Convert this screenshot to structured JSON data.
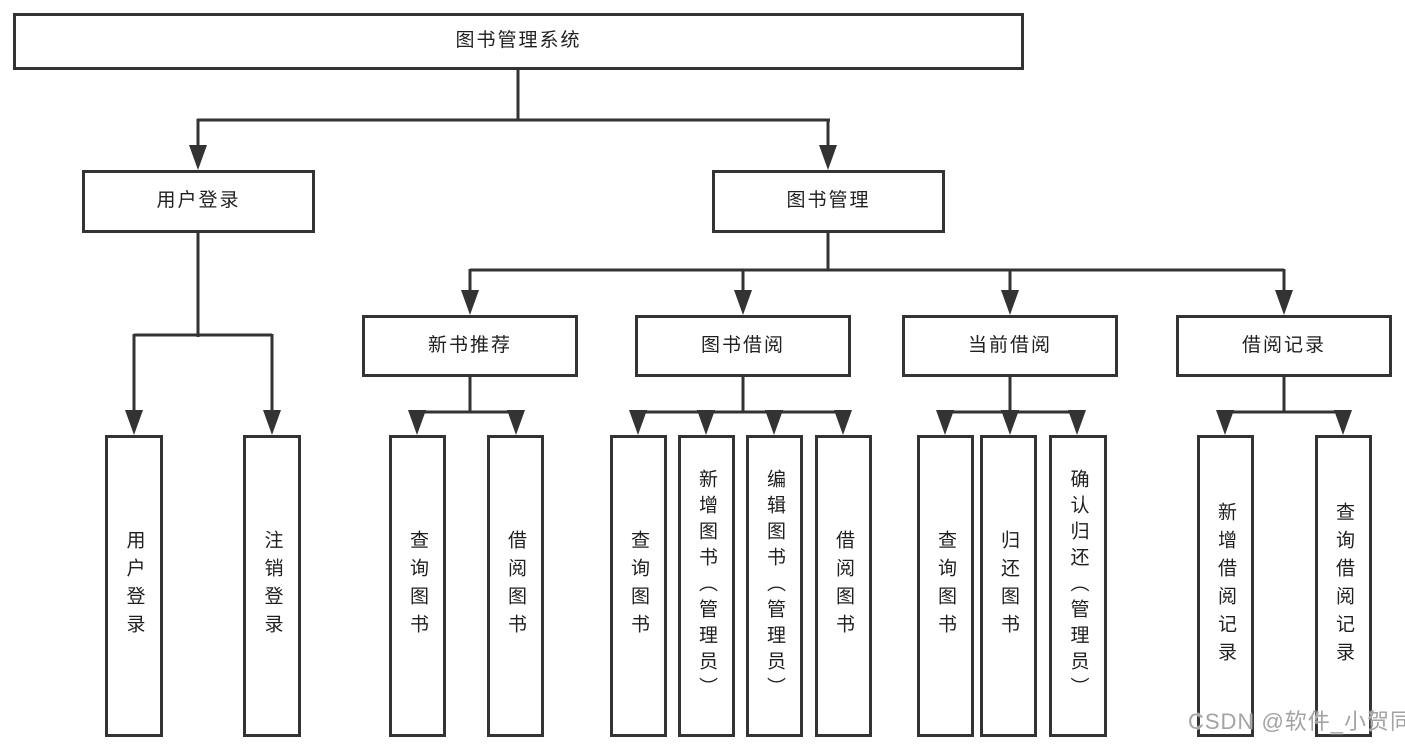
{
  "diagram_type": "hierarchy-tree",
  "nodes": {
    "root": "图书管理系统",
    "level2": {
      "user_login": "用户登录",
      "book_management": "图书管理"
    },
    "level3": {
      "new_book_recommend": "新书推荐",
      "book_borrow": "图书借阅",
      "current_borrow": "当前借阅",
      "borrow_records": "借阅记录"
    },
    "leaves": {
      "user_login": "用户登录",
      "logout": "注销登录",
      "nb_query_books": "查询图书",
      "nb_borrow_books": "借阅图书",
      "bb_query_books": "查询图书",
      "bb_add_books": "新增图书（管理员）",
      "bb_edit_books": "编辑图书（管理员）",
      "bb_borrow_books": "借阅图书",
      "cb_query_books": "查询图书",
      "cb_return_books": "归还图书",
      "cb_confirm_return": "确认归还（管理员）",
      "br_add_record": "新增借阅记录",
      "br_query_record": "查询借阅记录"
    }
  },
  "watermark": "CSDN @软件_小贺同学",
  "colors": {
    "line": "#333333",
    "text": "#1f1f1f",
    "watermark": "#a3a3a3",
    "background": "#ffffff"
  }
}
